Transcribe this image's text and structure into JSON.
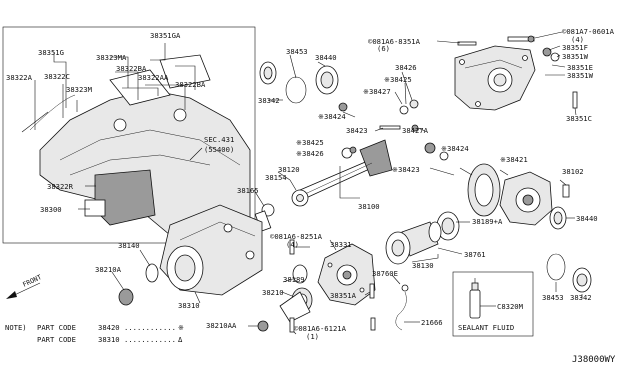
{
  "labels": {
    "p38351ga": "38351GA",
    "p38351g": "38351G",
    "p38323ma": "38323MA",
    "p38322a": "38322A",
    "p38322c": "38322C",
    "p38322ba_1": "38322BA",
    "p38323m": "38323M",
    "p38322aa": "38322AA",
    "p38322ba_2": "38322BA",
    "sec431": "SEC.431",
    "sec431_code": "(55400)",
    "p38322r": "38322R",
    "p38300": "38300",
    "p38453_top": "38453",
    "p38440_top": "38440",
    "p38342_top": "38342",
    "p081a6_8351a": "©081A6-8351A",
    "p081a6_8351a_q": "(6)",
    "p081a7_0601a": "©081A7-0601A",
    "p081a7_0601a_q": "(4)",
    "p38351f": "38351F",
    "p38351w_1": "38351W",
    "p38351e": "38351E",
    "p38351w_2": "38351W",
    "p38351c": "38351C",
    "p38426_1": "38426",
    "p38425_1": "※38425",
    "p38427": "※38427",
    "p38424_1": "※38424",
    "p38423_1": "38423",
    "p38427a": "38427A",
    "p38425_2": "※38425",
    "p38426_2": "※38426",
    "p38424_2": "※38424",
    "p38423_2": "※38423",
    "p38421": "※38421",
    "p38102": "38102",
    "p38120": "38120",
    "p38154": "38154",
    "p38165": "38165",
    "p38100": "38100",
    "p38189a": "38189+A",
    "p38440_right": "38440",
    "p081a6_8251a": "©081A6-8251A",
    "p081a6_8251a_q": "(4)",
    "p38331": "38331",
    "p38140": "38140",
    "p38130": "38130",
    "p38761": "38761",
    "p38210a": "38210A",
    "p38189": "38189",
    "p38760e": "38760E",
    "p38210": "38210",
    "p38351a": "38351A",
    "p38310": "38310",
    "p38453_bot": "38453",
    "p38342_bot": "38342",
    "p38210aa": "38210AA",
    "p081a6_6121a": "©081A6-6121A",
    "p081a6_6121a_q": "(1)",
    "p21666": "21666",
    "pc8320m": "C8320M",
    "sealant": "SEALANT FLUID",
    "front": "FRONT"
  },
  "note": {
    "title": "NOTE)",
    "row1_label": "PART CODE",
    "row1_code": "38420",
    "row1_dots": "............",
    "row1_sym": "※",
    "row2_label": "PART CODE",
    "row2_code": "38310",
    "row2_dots": "............",
    "row2_sym": "Δ"
  },
  "diagram_id": "J38000WY"
}
